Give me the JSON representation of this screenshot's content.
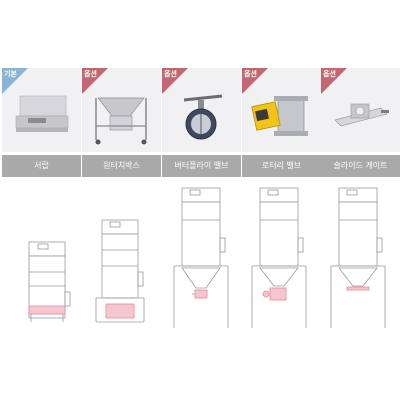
{
  "colors": {
    "basic": "#8ab4d6",
    "option": "#c36670",
    "highlight": "#f3a0ad",
    "label_bg": "#a9a9a9"
  },
  "items": [
    {
      "badge": "기본",
      "badge_type": "basic",
      "label": "서랍",
      "icon": "drawer-icon"
    },
    {
      "badge": "옵션",
      "badge_type": "option",
      "label": "원터치박스",
      "icon": "one-touch-box-icon"
    },
    {
      "badge": "옵션",
      "badge_type": "option",
      "label": "버터플라이 밸브",
      "icon": "butterfly-valve-icon"
    },
    {
      "badge": "옵션",
      "badge_type": "option",
      "label": "로터리 밸브",
      "icon": "rotary-valve-icon"
    },
    {
      "badge": "옵션",
      "badge_type": "option",
      "label": "슬라이드 게이트",
      "icon": "slide-gate-icon"
    }
  ]
}
